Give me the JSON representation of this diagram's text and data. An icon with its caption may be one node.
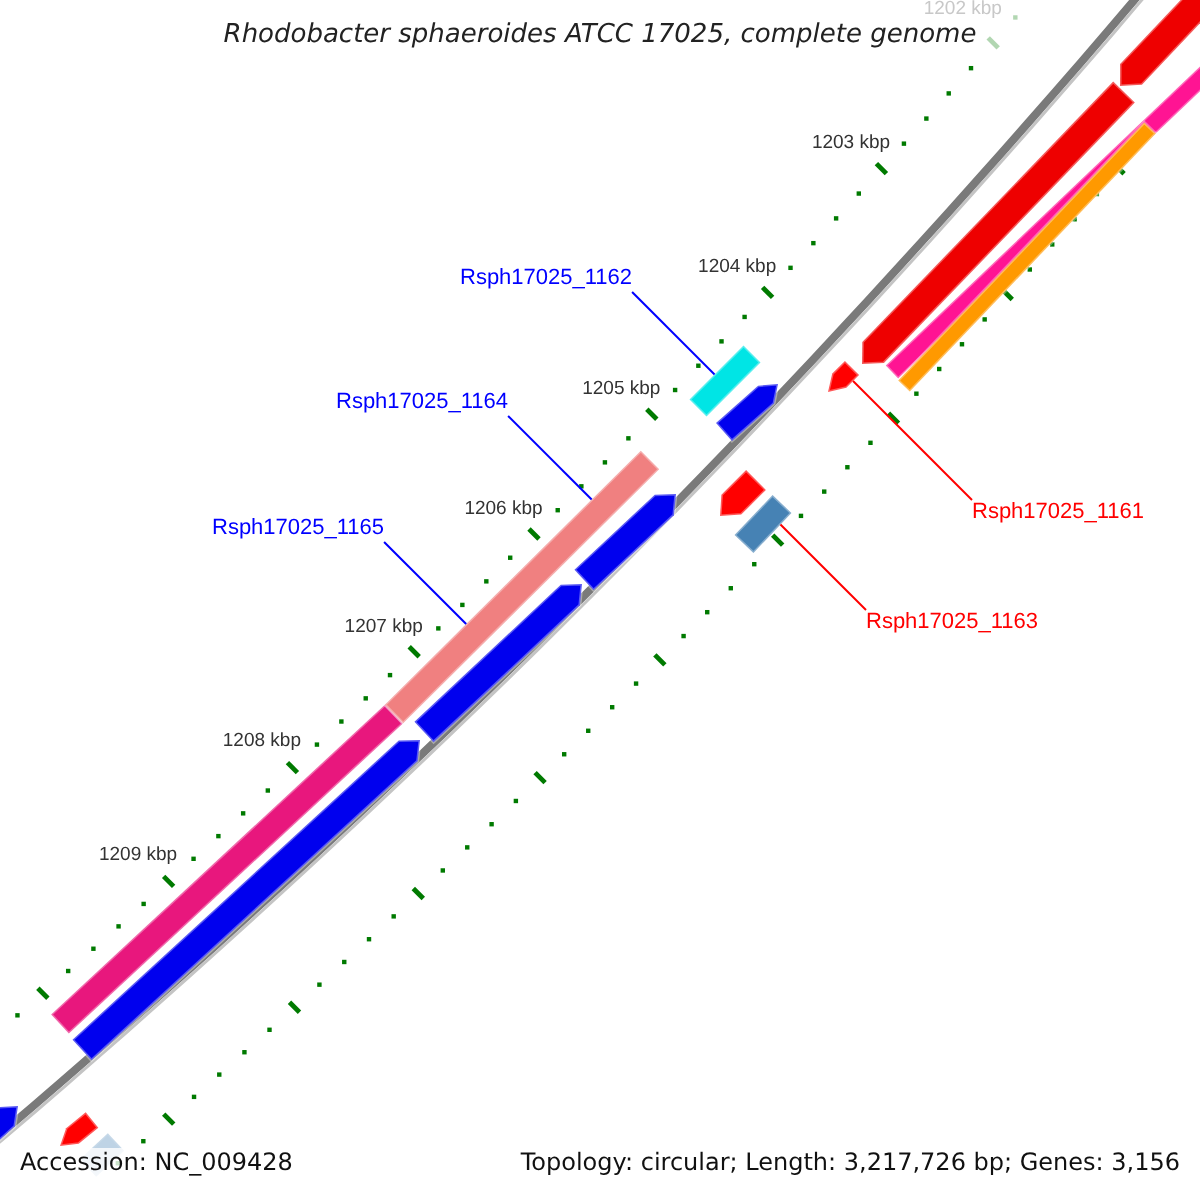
{
  "diagram": {
    "title": "Rhodobacter sphaeroides ATCC 17025, complete genome",
    "nodes": [
      {
        "text": [
          "Rsph17025_1162"
        ]
      },
      {
        "text": [],
        "shape": "bar"
      },
      {
        "text": [],
        "shape": "arrow"
      },
      {
        "text": [
          "Rsph17025_1164"
        ]
      },
      {
        "text": [],
        "shape": "bar"
      },
      {
        "text": [
          "Rsph17025_1161"
        ]
      },
      {
        "text": [],
        "shape": "bar"
      },
      {
        "text": [
          "Rsph17025_1165"
        ]
      },
      {
        "text": [
          "Rsph17025_1163"
        ]
      }
    ],
    "edges": [
      {
        "from": 0,
        "to": 1,
        "arrow": "none"
      },
      {
        "from": 3,
        "to": 4,
        "arrow": "none"
      },
      {
        "from": 5,
        "to": 2,
        "arrow": "none",
        "color": "#ff0000"
      },
      {
        "from": 7,
        "to": 4,
        "arrow": "none"
      },
      {
        "from": 8,
        "to": 6,
        "arrow": "none",
        "color": "#ff0000"
      }
    ],
    "labels": [
      "1202 kbp",
      "1203 kbp",
      "1204 kbp",
      "1205 kbp",
      "1206 kbp",
      "1207 kbp",
      "1208 kbp",
      "1209 kbp",
      "Accession: NC_009428",
      "Topology: circular; Length: 3,217,726 bp; Genes: 3,156"
    ]
  }
}
